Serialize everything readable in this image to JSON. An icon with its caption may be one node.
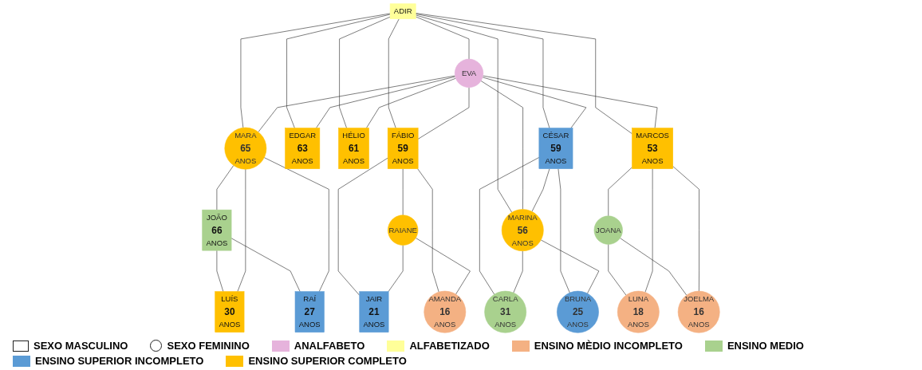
{
  "diagram": {
    "nodes": [
      {
        "text": [
          "ADIR"
        ]
      },
      {
        "text": [
          "EVA"
        ]
      },
      {
        "text": [
          "JOÃO",
          "66",
          "ANOS"
        ]
      },
      {
        "text": [
          "MARA",
          "65",
          "ANOS"
        ]
      },
      {
        "text": [
          "EDGAR",
          "63",
          "ANOS"
        ]
      },
      {
        "text": [
          "HÉLIO",
          "61",
          "ANOS"
        ]
      },
      {
        "text": [
          "FÁBIO",
          "59",
          "ANOS"
        ]
      },
      {
        "text": [
          "RAIANE"
        ]
      },
      {
        "text": [
          "CÉSAR",
          "59",
          "ANOS"
        ]
      },
      {
        "text": [
          "MARINA",
          "56",
          "ANOS"
        ]
      },
      {
        "text": [
          "JOANA"
        ]
      },
      {
        "text": [
          "MARCOS",
          "53",
          "ANOS"
        ]
      },
      {
        "text": [
          "LUÍS",
          "30",
          "ANOS"
        ]
      },
      {
        "text": [
          "RAÍ",
          "27",
          "ANOS"
        ]
      },
      {
        "text": [
          "JAIR",
          "21",
          "ANOS"
        ]
      },
      {
        "text": [
          "AMANDA",
          "16",
          "ANOS"
        ]
      },
      {
        "text": [
          "CARLA",
          "31",
          "ANOS"
        ]
      },
      {
        "text": [
          "BRUNA",
          "25",
          "ANOS"
        ]
      },
      {
        "text": [
          "LUNA",
          "18",
          "ANOS"
        ]
      },
      {
        "text": [
          "JOELMA",
          "16",
          "ANOS"
        ]
      }
    ],
    "edges": [
      {
        "from": 0,
        "to": 1,
        "arrow": "none"
      },
      {
        "from": 0,
        "to": 3,
        "arrow": "none"
      },
      {
        "from": 1,
        "to": 3,
        "arrow": "none"
      },
      {
        "from": 0,
        "to": 4,
        "arrow": "none"
      },
      {
        "from": 1,
        "to": 4,
        "arrow": "none"
      },
      {
        "from": 0,
        "to": 5,
        "arrow": "none"
      },
      {
        "from": 1,
        "to": 5,
        "arrow": "none"
      },
      {
        "from": 0,
        "to": 6,
        "arrow": "none"
      },
      {
        "from": 1,
        "to": 6,
        "arrow": "none"
      },
      {
        "from": 0,
        "to": 8,
        "arrow": "none"
      },
      {
        "from": 1,
        "to": 8,
        "arrow": "none"
      },
      {
        "from": 0,
        "to": 9,
        "arrow": "none"
      },
      {
        "from": 1,
        "to": 9,
        "arrow": "none"
      },
      {
        "from": 0,
        "to": 11,
        "arrow": "none"
      },
      {
        "from": 1,
        "to": 11,
        "arrow": "none"
      },
      {
        "from": 2,
        "to": 3,
        "arrow": "none"
      },
      {
        "from": 2,
        "to": 12,
        "arrow": "none"
      },
      {
        "from": 3,
        "to": 12,
        "arrow": "none"
      },
      {
        "from": 2,
        "to": 13,
        "arrow": "none"
      },
      {
        "from": 3,
        "to": 13,
        "arrow": "none"
      },
      {
        "from": 6,
        "to": 7,
        "arrow": "none"
      },
      {
        "from": 6,
        "to": 14,
        "arrow": "none"
      },
      {
        "from": 7,
        "to": 14,
        "arrow": "none"
      },
      {
        "from": 6,
        "to": 15,
        "arrow": "none"
      },
      {
        "from": 7,
        "to": 15,
        "arrow": "none"
      },
      {
        "from": 8,
        "to": 9,
        "arrow": "none"
      },
      {
        "from": 8,
        "to": 16,
        "arrow": "none"
      },
      {
        "from": 9,
        "to": 16,
        "arrow": "none"
      },
      {
        "from": 8,
        "to": 17,
        "arrow": "none"
      },
      {
        "from": 9,
        "to": 17,
        "arrow": "none"
      },
      {
        "from": 10,
        "to": 11,
        "arrow": "none"
      },
      {
        "from": 10,
        "to": 18,
        "arrow": "none"
      },
      {
        "from": 11,
        "to": 18,
        "arrow": "none"
      },
      {
        "from": 10,
        "to": 19,
        "arrow": "none"
      },
      {
        "from": 11,
        "to": 19,
        "arrow": "none"
      }
    ],
    "legend": [
      {
        "text": "SEXO MASCULINO"
      },
      {
        "text": "SEXO FEMININO"
      },
      {
        "text": "ANALFABETO",
        "color": "#e6b3dc"
      },
      {
        "text": "ALFABETIZADO",
        "color": "#ffff99"
      },
      {
        "text": "ENSINO MÈDIO INCOMPLETO",
        "color": "#f4b183"
      },
      {
        "text": "ENSINO MEDIO",
        "color": "#a9d18e"
      },
      {
        "text": "ENSINO SUPERIOR INCOMPLETO",
        "color": "#5b9bd5"
      },
      {
        "text": "ENSINO SUPERIOR COMPLETO",
        "color": "#ffc000"
      }
    ]
  }
}
